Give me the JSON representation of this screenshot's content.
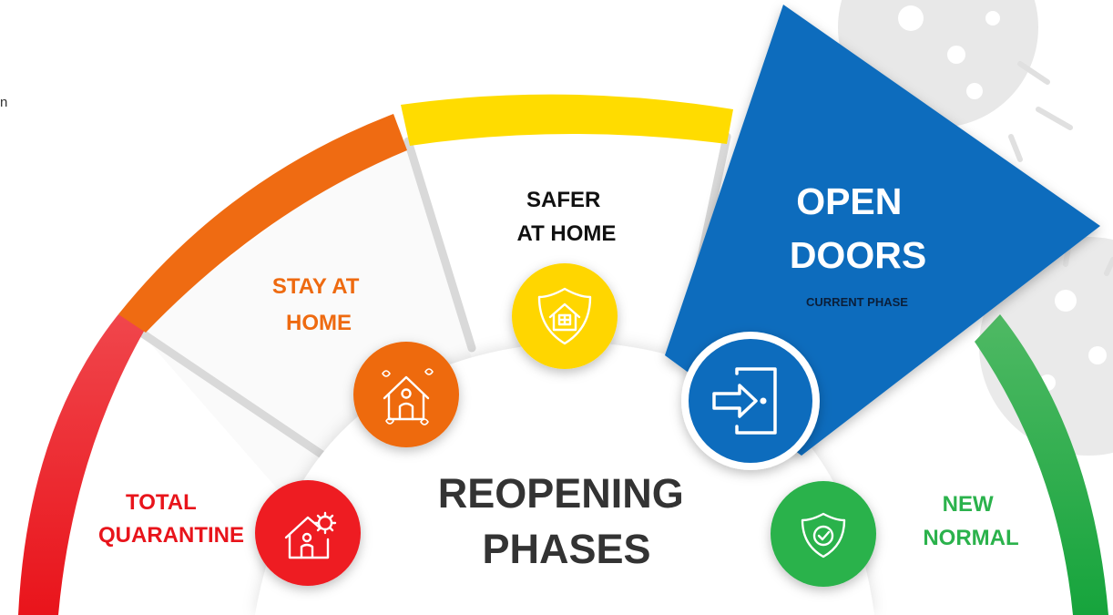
{
  "title": {
    "line1": "REOPENING",
    "line2": "PHASES"
  },
  "edge_text": "n",
  "phases": [
    {
      "id": "total-quarantine",
      "line1": "TOTAL",
      "line2": "QUARANTINE",
      "color": "#EE1D23",
      "icon": "house-virus-person-icon"
    },
    {
      "id": "stay-at-home",
      "line1": "STAY AT",
      "line2": "HOME",
      "color": "#EE6A10",
      "icon": "house-person-icon"
    },
    {
      "id": "safer-at-home",
      "line1": "SAFER",
      "line2": "AT HOME",
      "color": "#FFD600",
      "icon": "shield-house-icon"
    },
    {
      "id": "open-doors",
      "line1": "OPEN",
      "line2": "DOORS",
      "subtitle": "CURRENT PHASE",
      "color": "#0F6CBD",
      "icon": "door-enter-icon",
      "current": true
    },
    {
      "id": "new-normal",
      "line1": "NEW",
      "line2": "NORMAL",
      "color": "#2BB24C",
      "icon": "shield-check-icon"
    }
  ],
  "current_phase": "OPEN DOORS"
}
